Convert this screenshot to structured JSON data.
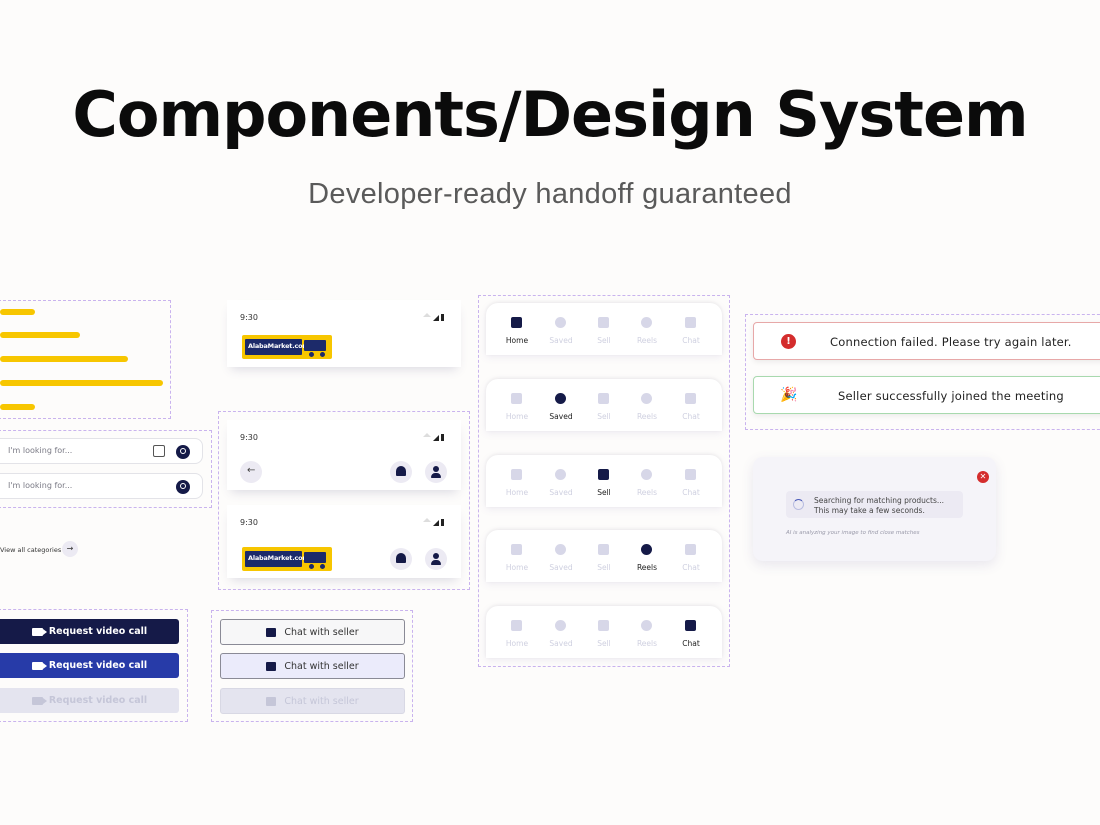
{
  "header": {
    "title": "Components/Design System",
    "subtitle": "Developer-ready handoff guaranteed"
  },
  "search": {
    "placeholder": "I'm looking for...",
    "view_all": "View all categories"
  },
  "phone": {
    "time": "9:30",
    "logo_text": "AlabaMarket.com"
  },
  "buttons": {
    "video_call": "Request video call",
    "chat": "Chat with seller"
  },
  "nav": {
    "items": [
      "Home",
      "Saved",
      "Sell",
      "Reels",
      "Chat"
    ]
  },
  "toasts": {
    "error": "Connection failed. Please try again later.",
    "success": "Seller successfully joined the meeting"
  },
  "loader": {
    "line1": "Searching for matching products...",
    "line2": "This may take a few seconds.",
    "note": "AI is analyzing your image to find close matches"
  },
  "colors": {
    "navy": "#151a48",
    "blue": "#273ba8",
    "yellow": "#f7c600",
    "error": "#d42d2d",
    "dashed": "#c9b3ee"
  }
}
